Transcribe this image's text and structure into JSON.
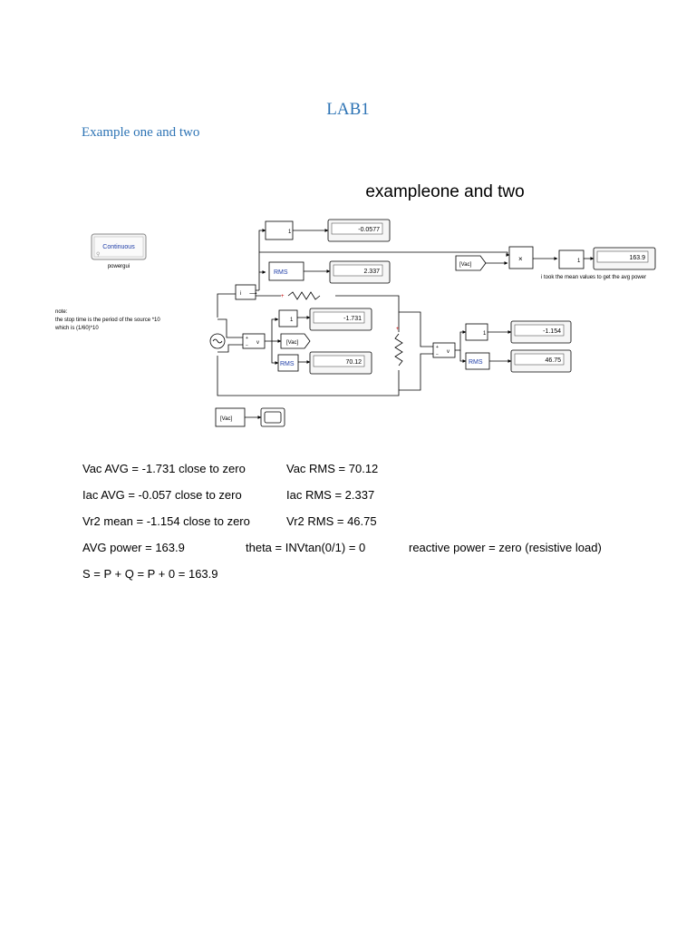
{
  "document": {
    "title": "LAB1",
    "subtitle": "Example one and two"
  },
  "model": {
    "title": "exampleone and two",
    "powergui": {
      "block_label": "Continuous",
      "name": "powergui"
    },
    "note": {
      "line1": "note:",
      "line2": "the stop time is the period of the source *10",
      "line3": "which is (1/60)*10"
    },
    "annotation": "i took the mean values to get the avg power",
    "displays": {
      "iac_mean": "-0.0577",
      "avg_power": "163.9",
      "iac_rms": "2.337",
      "vac_mean": "-1.731",
      "vac_rms": "70.12",
      "vr2_mean": "-1.154",
      "vr2_rms": "46.75"
    },
    "tags": {
      "from_vac": "[Vac]",
      "goto_vac": "[Vac]",
      "scope_from": "[Vac]"
    },
    "labels": {
      "rms": "RMS",
      "product": "×",
      "mean": "1"
    },
    "colors": {
      "rms_text": "#1f3ea8",
      "powergui_text": "#1f3ea8",
      "resistor_mark": "#c00000",
      "wire": "#000000"
    }
  },
  "results": {
    "vac_avg": "Vac AVG = -1.731 close to zero",
    "vac_rms": "Vac RMS = 70.12",
    "iac_avg": "Iac AVG = -0.057 close to zero",
    "iac_rms": "Iac RMS = 2.337",
    "vr2_mean": "Vr2 mean = -1.154 close to zero",
    "vr2_rms": "Vr2 RMS = 46.75",
    "avg_power": "AVG power = 163.9",
    "theta": "theta = INVtan(0/1) = 0",
    "reactive_power": "reactive power = zero (resistive load)",
    "apparent_power": "S = P + Q = P + 0 = 163.9"
  }
}
